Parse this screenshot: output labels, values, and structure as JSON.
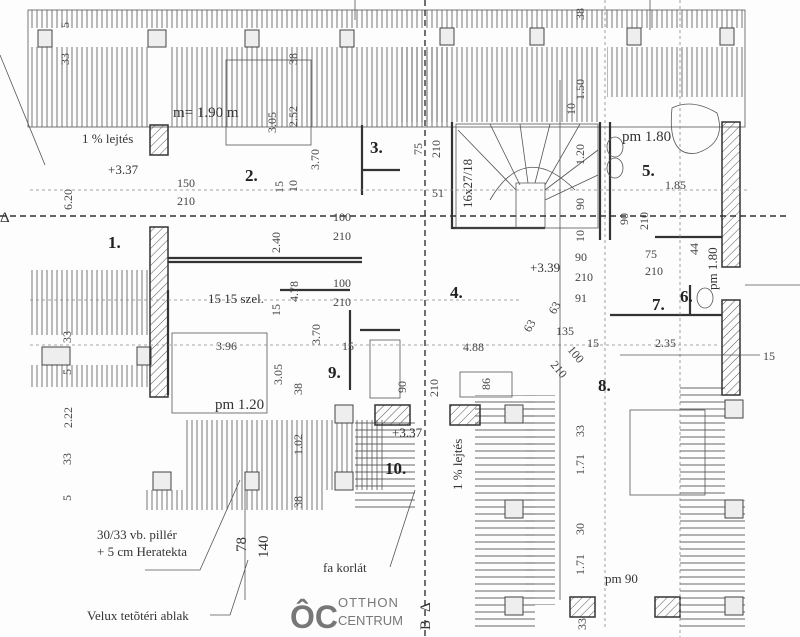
{
  "rooms": [
    "1.",
    "2.",
    "3.",
    "4.",
    "5.",
    "6.",
    "7.",
    "8.",
    "9.",
    "10."
  ],
  "annotations": {
    "ceiling_height": "m= 1.90 m",
    "slope_1": "1 % lejtés",
    "slope_2": "1 % lejtés",
    "level_1": "+3.37",
    "level_2": "+3.39",
    "level_3": "+3.37",
    "pm_1": "pm 1.80",
    "pm_2": "pm 1.80",
    "pm_3": "pm 1.20",
    "pm_4": "pm 90",
    "stair": "16x27/18",
    "vent": "15 15 szel.",
    "pillar_line1": "30/33 vb. pillér",
    "pillar_line2": "+ 5 cm Heratekta",
    "velux": "Velux tetõtéri ablak",
    "railing": "fa korlát",
    "section_b": "B",
    "section_marker": "Δ"
  },
  "dims": [
    "5",
    "33",
    "38",
    "3.05",
    "2.52",
    "3.70",
    "15",
    "10",
    "150",
    "210",
    "6.20",
    "100",
    "210",
    "2.40",
    "100",
    "210",
    "4.78",
    "15",
    "3.70",
    "15",
    "3.96",
    "3.05",
    "38",
    "1.02",
    "38",
    "33",
    "5",
    "2.22",
    "33",
    "5",
    "78",
    "140",
    "38",
    "1.50",
    "10",
    "75",
    "210",
    "51",
    "1.20",
    "90",
    "10",
    "1.85",
    "90",
    "210",
    "75",
    "44",
    "90",
    "210",
    "210",
    "91",
    "63",
    "63",
    "135",
    "100",
    "210",
    "4.88",
    "15",
    "2.35",
    "15",
    "90",
    "210",
    "86",
    "33",
    "1.71",
    "30",
    "1.71",
    "33"
  ],
  "watermark": {
    "logo": "ÔC",
    "line1": "OTTHON",
    "line2": "CENTRUM"
  }
}
